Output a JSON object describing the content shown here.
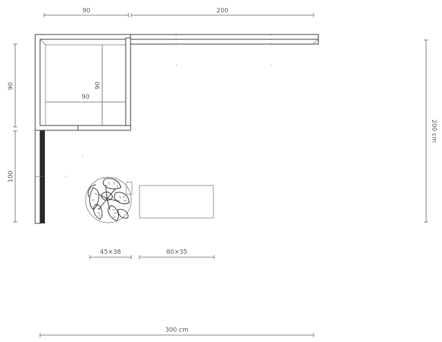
{
  "dimensions": {
    "top_left": "90",
    "top_right": "200",
    "left_upper": "90",
    "left_lower": "100",
    "right": "200 cm",
    "bottom": "300 cm",
    "inner_width": "90",
    "inner_height": "90",
    "planter": "45×38",
    "coffee_table": "80×35"
  },
  "colors": {
    "line": "#333333",
    "dimension": "#555555",
    "backrest": "#2a2a2a"
  }
}
